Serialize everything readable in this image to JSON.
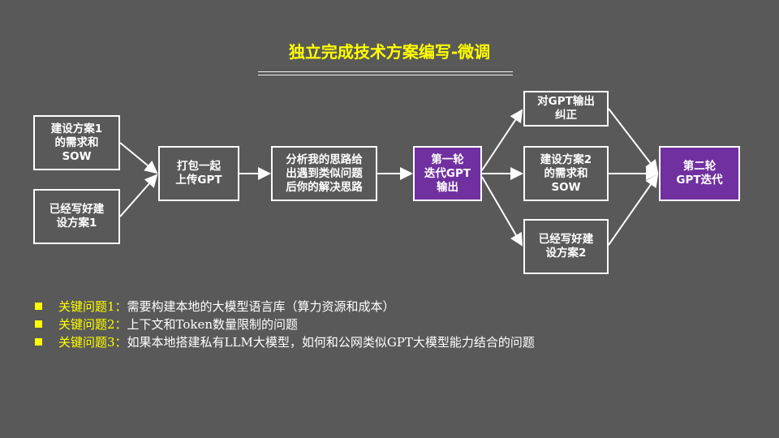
{
  "title": "独立完成技术方案编写-微调",
  "boxes": {
    "req1": "建设方案1\n的需求和\nSOW",
    "plan1": "已经写好建\n设方案1",
    "upload": "打包一起\n上传GPT",
    "analyze": "分析我的思路给\n出遇到类似问题\n后你的解决思路",
    "round1": "第一轮\n迭代GPT\n输出",
    "correct": "对GPT输出\n纠正",
    "req2": "建设方案2\n的需求和\nSOW",
    "plan2": "已经写好建\n设方案2",
    "round2": "第二轮\nGPT迭代"
  },
  "colors": {
    "accent": "#ffff00",
    "purple": "#7030a0",
    "background": "#595959"
  },
  "issues": [
    {
      "key": "关键问题1：",
      "text": "需要构建本地的大模型语言库（算力资源和成本）"
    },
    {
      "key": "关键问题2：",
      "text": "上下文和Token数量限制的问题"
    },
    {
      "key": "关键问题3：",
      "text": "如果本地搭建私有LLM大模型，如何和公网类似GPT大模型能力结合的问题"
    }
  ]
}
